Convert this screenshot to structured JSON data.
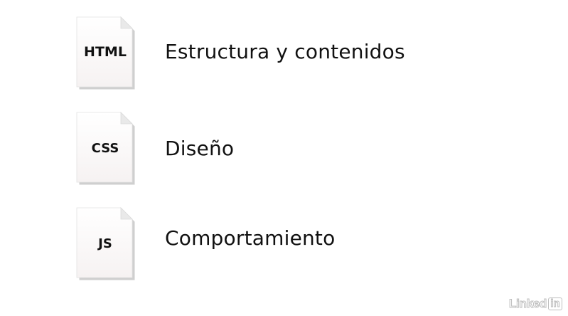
{
  "items": [
    {
      "file_label": "HTML",
      "description": "Estructura y contenidos"
    },
    {
      "file_label": "CSS",
      "description": "Diseño"
    },
    {
      "file_label": "JS",
      "description": "Comportamiento"
    }
  ],
  "watermark": {
    "text": "Linked",
    "box_text": "in"
  },
  "colors": {
    "background": "#ffffff",
    "text": "#111111",
    "doc_fill": "#ffffff",
    "doc_shadow": "#c8c8c8"
  }
}
